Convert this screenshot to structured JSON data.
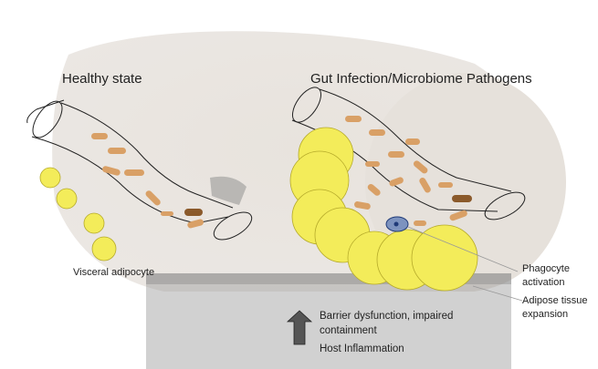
{
  "titles": {
    "healthy": "Healthy state",
    "infection": "Gut Infection/Microbiome Pathogens"
  },
  "labels": {
    "visceral_adipocyte": "Visceral adipocyte",
    "phagocyte_line1": "Phagocyte",
    "phagocyte_line2": "activation",
    "adipose_line1": "Adipose tissue",
    "adipose_line2": "expansion",
    "barrier_line1": "Barrier dysfunction, impaired",
    "barrier_line2": "containment",
    "host_inflammation": "Host Inflammation"
  },
  "icons": {
    "arrow": "up-arrow-icon"
  },
  "colors": {
    "bacteria_light": "#d9a066",
    "bacteria_dark": "#8b5a2b",
    "adipocyte_fill": "#f3ec5a",
    "adipocyte_stroke": "#b5aa2a",
    "phagocyte_fill": "#7d93bf",
    "phagocyte_core": "#1f3a78",
    "background_body": "#e2dcd5",
    "trousers": "#8d8d8d"
  }
}
